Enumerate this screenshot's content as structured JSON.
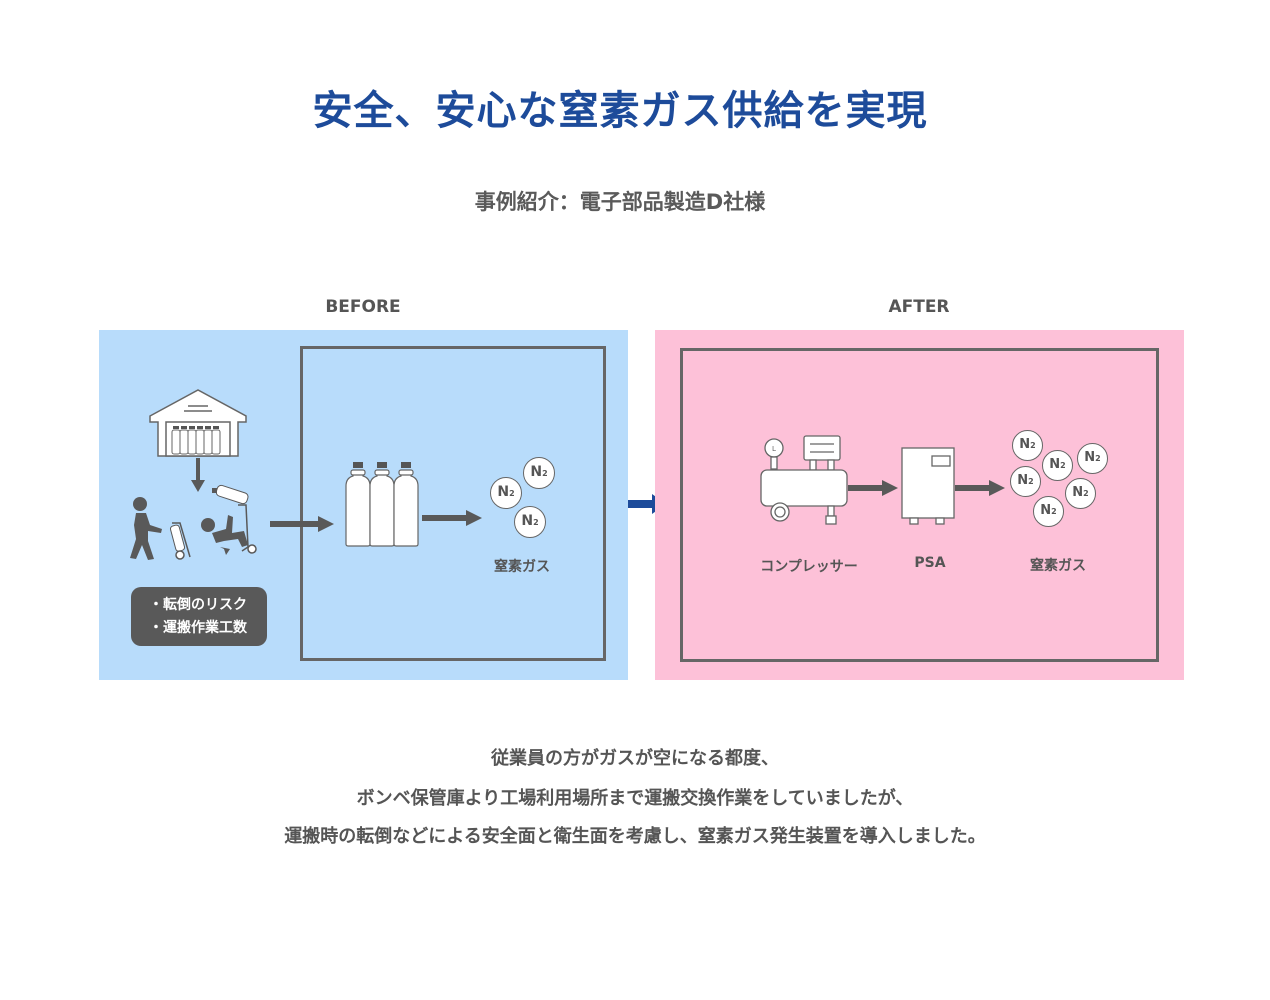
{
  "title": "安全、安心な窒素ガス供給を実現",
  "subtitle": "事例紹介：電子部品製造D社様",
  "before": {
    "label": "BEFORE",
    "risks": [
      "・転倒のリスク",
      "・運搬作業工数"
    ],
    "gas_label": "窒素ガス",
    "molecule": "N",
    "molecule_sub": "2"
  },
  "after": {
    "label": "AFTER",
    "compressor_label": "コンプレッサー",
    "psa_label": "PSA",
    "gas_label": "窒素ガス",
    "molecule": "N",
    "molecule_sub": "2"
  },
  "colors": {
    "title": "#1d4b9a",
    "before_bg": "#b8dcfb",
    "after_bg": "#fdc1d8",
    "arrow": "#595959",
    "transition_arrow": "#1d4b9a"
  },
  "description": [
    "従業員の方がガスが空になる都度、",
    "ボンベ保管庫より工場利用場所まで運搬交換作業をしていましたが、",
    "運搬時の転倒などによる安全面と衛生面を考慮し、窒素ガス発生装置を導入しました。"
  ]
}
